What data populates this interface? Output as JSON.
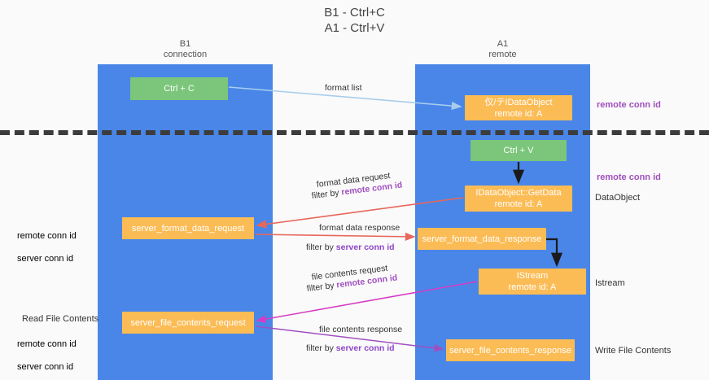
{
  "title": "B1 - Ctrl+C\nA1 - Ctrl+V",
  "columns": {
    "left": {
      "header": "B1\nconnection"
    },
    "right": {
      "header": "A1\nremote"
    }
  },
  "nodes": {
    "ctrl_c": "Ctrl + C",
    "ctrl_v": "Ctrl + V",
    "idataobject": "仅/テIDataObject\nremote id: A",
    "getdata": "IDataObject::GetData\nremote id: A",
    "istream": "IStream\nremote id: A",
    "server_format_data_request": "server_format_data_request",
    "server_format_data_response": "server_format_data_response",
    "server_file_contents_request": "server_file_contents_request",
    "server_file_contents_response": "server_file_contents_response"
  },
  "edges": {
    "format_list": "format list",
    "format_data_request": "format data request",
    "format_data_request_filter_prefix": "filter by ",
    "format_data_request_filter_value": "remote conn id",
    "format_data_response": "format data response",
    "format_data_response_filter_prefix": "filter by ",
    "format_data_response_filter_value": "server conn id",
    "file_contents_request": "file contents request",
    "file_contents_request_filter_prefix": "filter by ",
    "file_contents_request_filter_value": "remote conn id",
    "file_contents_response": "file contents response",
    "file_contents_response_filter_prefix": "filter by ",
    "file_contents_response_filter_value": "server conn id"
  },
  "annotations": {
    "right_remote_conn_id_top": "remote conn id",
    "right_remote_conn_id_mid": "remote conn id",
    "dataobject": "DataObject",
    "istream": "Istream",
    "write_file_contents": "Write File Contents",
    "left_conn_ids_mid": "remote conn id\nserver conn id",
    "read_file_contents": "Read File Contents",
    "left_conn_ids_bottom": "remote conn id\nserver conn id"
  },
  "colors": {
    "column": "#4a86e8",
    "green_node": "#7bc67b",
    "orange_node": "#fbbc55",
    "remote_conn_id": "#a04fc0",
    "server_conn_id": "#7bc67b",
    "divider": "#3c3c3c",
    "arrow_light_blue": "#a8cdec",
    "arrow_red": "#e8675a",
    "arrow_magenta": "#d63bc4",
    "arrow_purple": "#a04fc0",
    "arrow_black": "#1a1a1a"
  }
}
